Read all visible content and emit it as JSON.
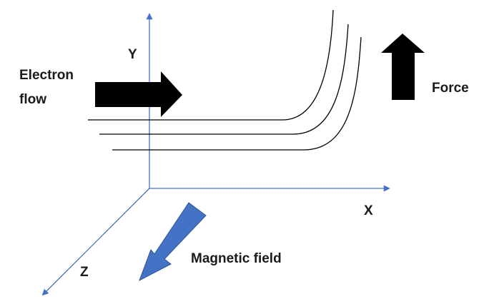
{
  "labels": {
    "electron_line1": "Electron",
    "electron_line2": "flow",
    "force": "Force",
    "magnetic_field": "Magnetic field",
    "axis_x": "X",
    "axis_y": "Y",
    "axis_z": "Z"
  },
  "colors": {
    "axis": "#4472c4",
    "magnetic_arrow": "#4472c4",
    "magnetic_arrow_border": "#2f5597",
    "black_arrow": "#000000",
    "electron_paths": "#000000",
    "text": "#1a1a1a"
  },
  "icons": {
    "electron_flow_arrow": "right-arrow-icon",
    "force_arrow": "up-arrow-icon",
    "magnetic_field_arrow": "down-left-arrow-icon"
  }
}
